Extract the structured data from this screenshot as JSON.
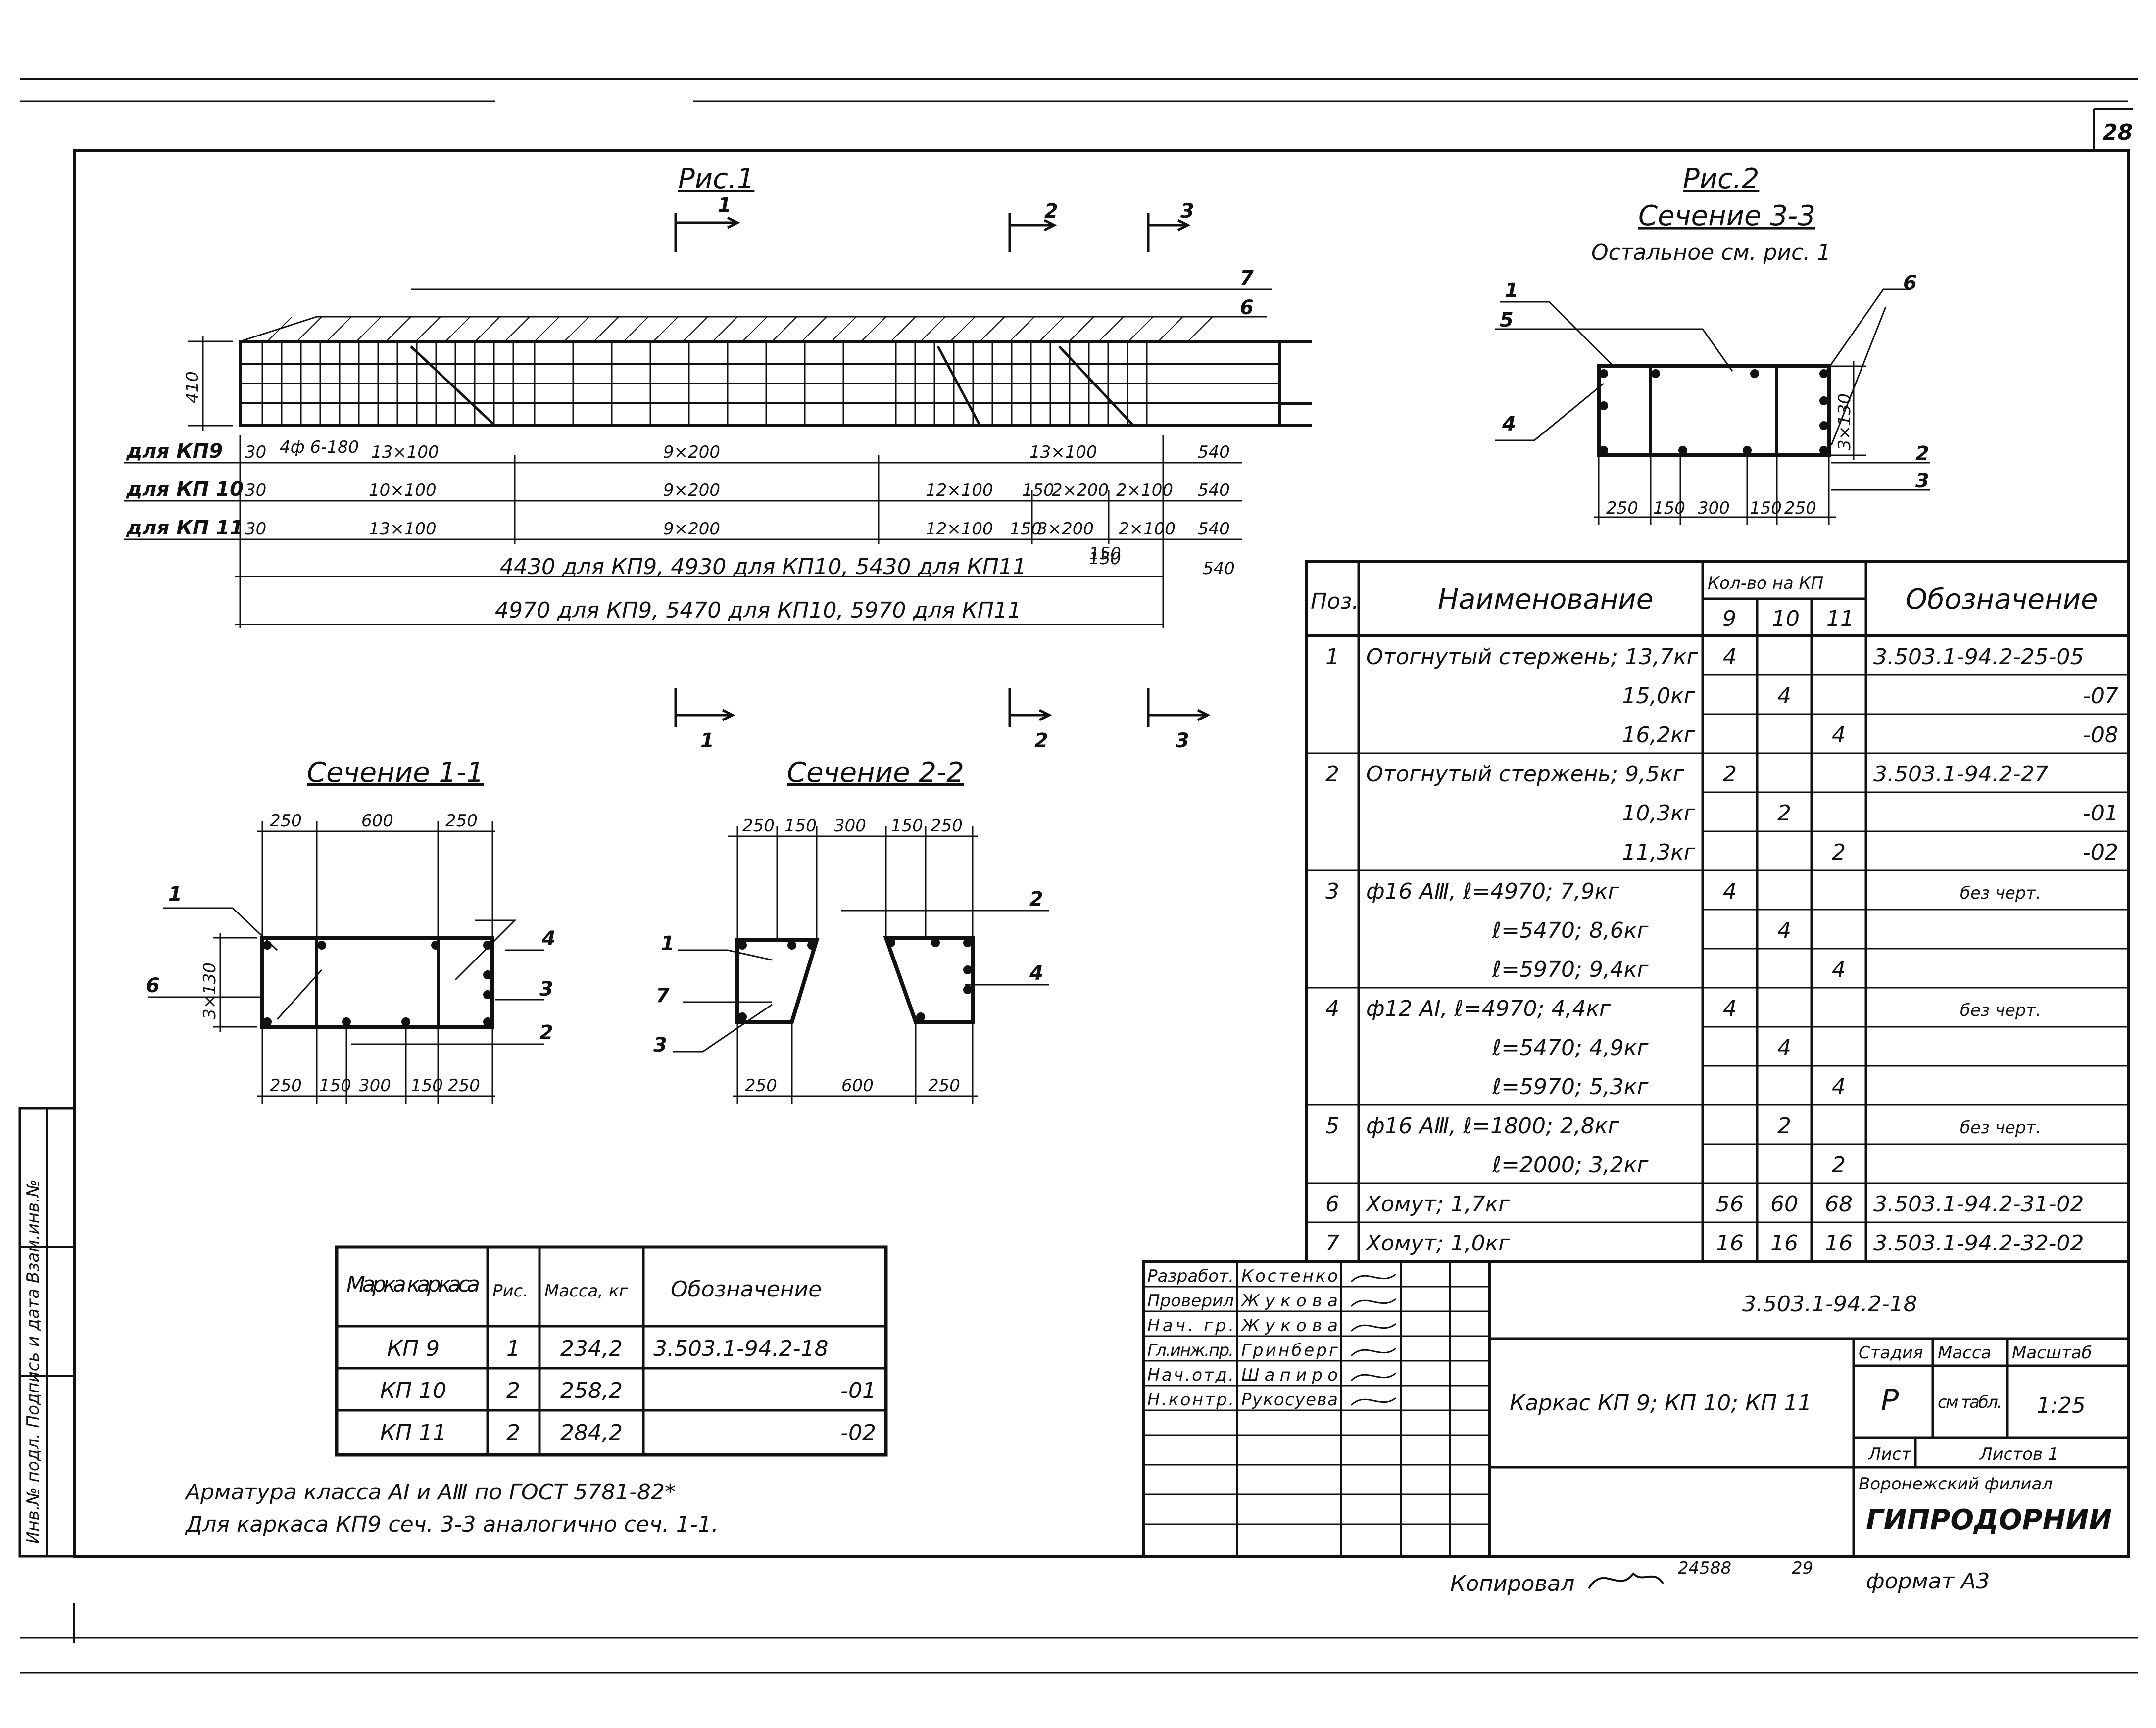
{
  "sheet": {
    "page_number": "28",
    "note_line1": "Арматура класса AI и AⅢ по ГОСТ 5781-82*",
    "note_line2": "Для каркаса КП9 сеч. 3-3 аналогично сеч. 1-1.",
    "copied": "Копировал",
    "copied_no": "24588",
    "copied_page": "29",
    "format": "формат А3",
    "side_stamp": "Инв.№ подл. Подпись и дата Взам.инв.№"
  },
  "fig1": {
    "title": "Рис.1",
    "marks": [
      "1",
      "2",
      "3"
    ],
    "pos_labels": [
      "7",
      "6"
    ],
    "height_dim": "410",
    "dim_rows": [
      {
        "label": "для КП9",
        "cells": [
          "30",
          "13×100",
          "9×200",
          "13×100",
          "540"
        ]
      },
      {
        "label": "для КП 10",
        "cells": [
          "30",
          "10×100",
          "9×200",
          "12×100",
          "150",
          "2×200",
          "2×100",
          "540"
        ]
      },
      {
        "label": "для КП 11",
        "cells": [
          "30",
          "13×100",
          "9×200",
          "12×100",
          "150",
          "3×200",
          "150",
          "2×100",
          "540"
        ]
      }
    ],
    "dim_extra": "150",
    "dim_note": "4ф 6-180",
    "total1": "4430 для КП9, 4930 для КП10, 5430 для КП11",
    "total1_right": "540",
    "total2": "4970 для КП9, 5470 для КП10, 5970 для КП11"
  },
  "fig2": {
    "title": "Рис.2",
    "subtitle": "Сечение 3-3",
    "note": "Остальное см. рис. 1",
    "labels": [
      "1",
      "5",
      "4",
      "6",
      "2",
      "3"
    ],
    "height_dim": "3×130",
    "dims": [
      "250",
      "150",
      "300",
      "150",
      "250"
    ]
  },
  "sec11": {
    "title": "Сечение 1-1",
    "top_dims": [
      "250",
      "600",
      "250"
    ],
    "bottom_dims": [
      "250",
      "150",
      "300",
      "150",
      "250"
    ],
    "height_dim": "3×130",
    "labels": [
      "1",
      "6",
      "4",
      "3",
      "2"
    ]
  },
  "sec22": {
    "title": "Сечение 2-2",
    "top_dims": [
      "250",
      "150",
      "300",
      "150",
      "250"
    ],
    "bottom_dims": [
      "250",
      "600",
      "250"
    ],
    "labels": [
      "1",
      "7",
      "3",
      "2",
      "4"
    ]
  },
  "spec": {
    "headers": {
      "pos": "Поз.",
      "name": "Наименование",
      "qty": "Кол-во на КП",
      "q9": "9",
      "q10": "10",
      "q11": "11",
      "des": "Обозначение"
    },
    "rows": [
      {
        "pos": "1",
        "name": "Отогнутый стержень; 13,7кг",
        "q9": "4",
        "q10": "",
        "q11": "",
        "des": "3.503.1-94.2-25-05"
      },
      {
        "pos": "",
        "name": "15,0кг",
        "q9": "",
        "q10": "4",
        "q11": "",
        "des": "-07"
      },
      {
        "pos": "",
        "name": "16,2кг",
        "q9": "",
        "q10": "",
        "q11": "4",
        "des": "-08"
      },
      {
        "pos": "2",
        "name": "Отогнутый стержень; 9,5кг",
        "q9": "2",
        "q10": "",
        "q11": "",
        "des": "3.503.1-94.2-27"
      },
      {
        "pos": "",
        "name": "10,3кг",
        "q9": "",
        "q10": "2",
        "q11": "",
        "des": "-01"
      },
      {
        "pos": "",
        "name": "11,3кг",
        "q9": "",
        "q10": "",
        "q11": "2",
        "des": "-02"
      },
      {
        "pos": "3",
        "name": "ф16 AⅢ,   ℓ=4970;  7,9кг",
        "q9": "4",
        "q10": "",
        "q11": "",
        "des": "без черт."
      },
      {
        "pos": "",
        "name": "ℓ=5470;  8,6кг",
        "q9": "",
        "q10": "4",
        "q11": "",
        "des": ""
      },
      {
        "pos": "",
        "name": "ℓ=5970;  9,4кг",
        "q9": "",
        "q10": "",
        "q11": "4",
        "des": ""
      },
      {
        "pos": "4",
        "name": "ф12 AI,   ℓ=4970;  4,4кг",
        "q9": "4",
        "q10": "",
        "q11": "",
        "des": "без черт."
      },
      {
        "pos": "",
        "name": "ℓ=5470;  4,9кг",
        "q9": "",
        "q10": "4",
        "q11": "",
        "des": ""
      },
      {
        "pos": "",
        "name": "ℓ=5970;  5,3кг",
        "q9": "",
        "q10": "",
        "q11": "4",
        "des": ""
      },
      {
        "pos": "5",
        "name": "ф16 AⅢ,   ℓ=1800;  2,8кг",
        "q9": "",
        "q10": "2",
        "q11": "",
        "des": "без черт."
      },
      {
        "pos": "",
        "name": "ℓ=2000;  3,2кг",
        "q9": "",
        "q10": "",
        "q11": "2",
        "des": ""
      },
      {
        "pos": "6",
        "name": "Хомут;  1,7кг",
        "q9": "56",
        "q10": "60",
        "q11": "68",
        "des": "3.503.1-94.2-31-02"
      },
      {
        "pos": "7",
        "name": "Хомут;  1,0кг",
        "q9": "16",
        "q10": "16",
        "q11": "16",
        "des": "3.503.1-94.2-32-02"
      }
    ]
  },
  "marks": {
    "headers": {
      "mark": "Марка каркаса",
      "fig": "Рис.",
      "mass": "Масса, кг",
      "des": "Обозначение"
    },
    "rows": [
      {
        "mark": "КП 9",
        "fig": "1",
        "mass": "234,2",
        "des": "3.503.1-94.2-18"
      },
      {
        "mark": "КП 10",
        "fig": "2",
        "mass": "258,2",
        "des": "-01"
      },
      {
        "mark": "КП 11",
        "fig": "2",
        "mass": "284,2",
        "des": "-02"
      }
    ]
  },
  "titleblock": {
    "code": "3.503.1-94.2-18",
    "name": "Каркас КП 9; КП 10; КП 11",
    "stage_h": "Стадия",
    "mass_h": "Масса",
    "scale_h": "Масштаб",
    "stage": "Р",
    "mass": "см табл.",
    "scale": "1:25",
    "sheet_h": "Лист",
    "sheets_h": "Листов 1",
    "org1": "Воронежский филиал",
    "org2": "ГИПРОДОРНИИ",
    "people": [
      {
        "role": "Разработ.",
        "name": "Костенко"
      },
      {
        "role": "Проверил",
        "name": "Жукова"
      },
      {
        "role": "Нач. гр.",
        "name": "Жукова"
      },
      {
        "role": "Гл.инж.пр.",
        "name": "Гринберг"
      },
      {
        "role": "Нач.отд.",
        "name": "Шапиро"
      },
      {
        "role": "Н.контр.",
        "name": "Рукосуева"
      }
    ]
  }
}
